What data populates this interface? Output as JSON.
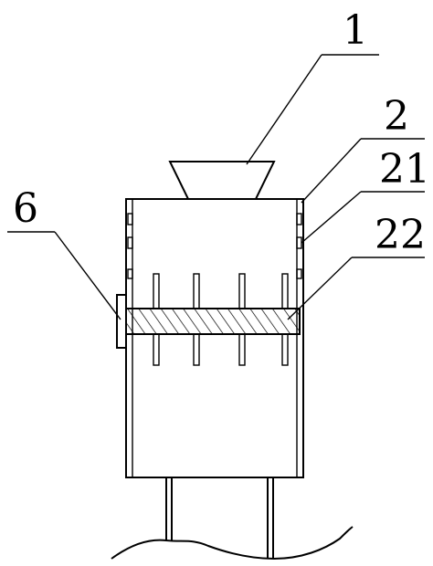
{
  "labels": {
    "l1": "1",
    "l2": "2",
    "l21": "21",
    "l22": "22",
    "l6": "6"
  }
}
